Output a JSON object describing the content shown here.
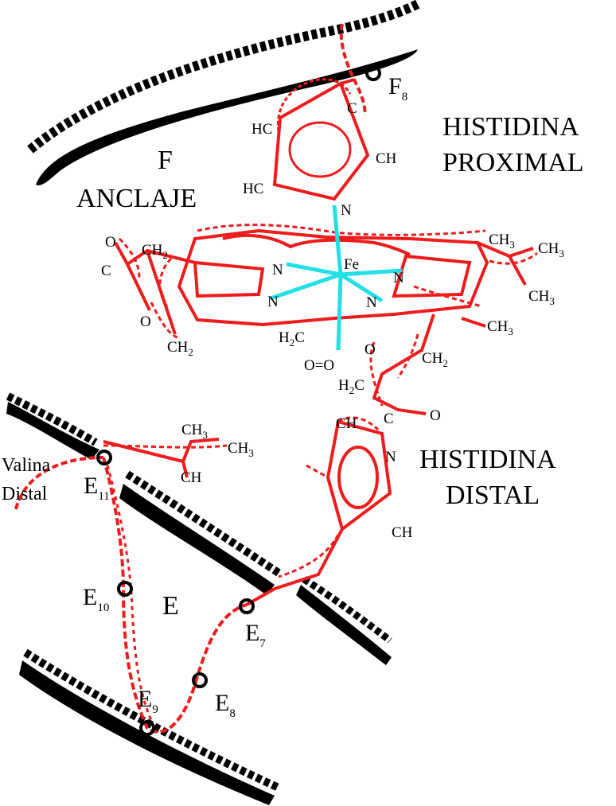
{
  "colors": {
    "helix": "#000000",
    "residue": "#ee1c1c",
    "iron_bond": "#22e0e6",
    "text": "#000000"
  },
  "labels": {
    "prox_title_1": "HISTIDINA",
    "prox_title_2": "PROXIMAL",
    "dist_title_1": "HISTIDINA",
    "dist_title_2": "DISTAL",
    "f_helix": "F",
    "anchor": "ANCLAJE",
    "e_helix": "E",
    "valine_1": "Valina",
    "valine_2": "Distal",
    "f8_main": "F",
    "f8_sub": "8",
    "e11_main": "E",
    "e11_sub": "11",
    "e10_main": "E",
    "e10_sub": "10",
    "e7_main": "E",
    "e7_sub": "7",
    "e8_main": "E",
    "e8_sub": "8",
    "e9_main": "E",
    "e9_sub": "9"
  },
  "chem": {
    "prox_hc1": "HC",
    "prox_hc2": "HC",
    "prox_c": "C",
    "prox_ch": "CH",
    "prox_n": "N",
    "fe": "Fe",
    "n1": "N",
    "n2": "N",
    "n3": "N",
    "n4": "N",
    "left_o": "O",
    "left_c": "C",
    "left_o2": "O",
    "ch2_a_main": "CH",
    "ch2_a_sub": "2",
    "ch2_b_main": "CH",
    "ch2_b_sub": "2",
    "h2c_a_main": "H",
    "h2c_a_sub": "2",
    "h2c_a_end": "C",
    "oxy": "O=O",
    "o_prime": "O",
    "ch2_c_main": "CH",
    "ch2_c_sub": "2",
    "h2c_b_main": "H",
    "h2c_b_sub": "2",
    "h2c_b_end": "C",
    "right_c": "C",
    "right_o": "O",
    "ch3_a_main": "CH",
    "ch3_a_sub": "3",
    "ch3_b_main": "CH",
    "ch3_b_sub": "3",
    "ch3_c_main": "CH",
    "ch3_c_sub": "3",
    "ch3_d_main": "CH",
    "ch3_d_sub": "3",
    "val_ch3a_main": "CH",
    "val_ch3a_sub": "3",
    "val_ch3b_main": "CH",
    "val_ch3b_sub": "3",
    "val_ch": "CH",
    "dist_ch1": "CH",
    "dist_n": "N",
    "dist_ch2": "CH"
  }
}
